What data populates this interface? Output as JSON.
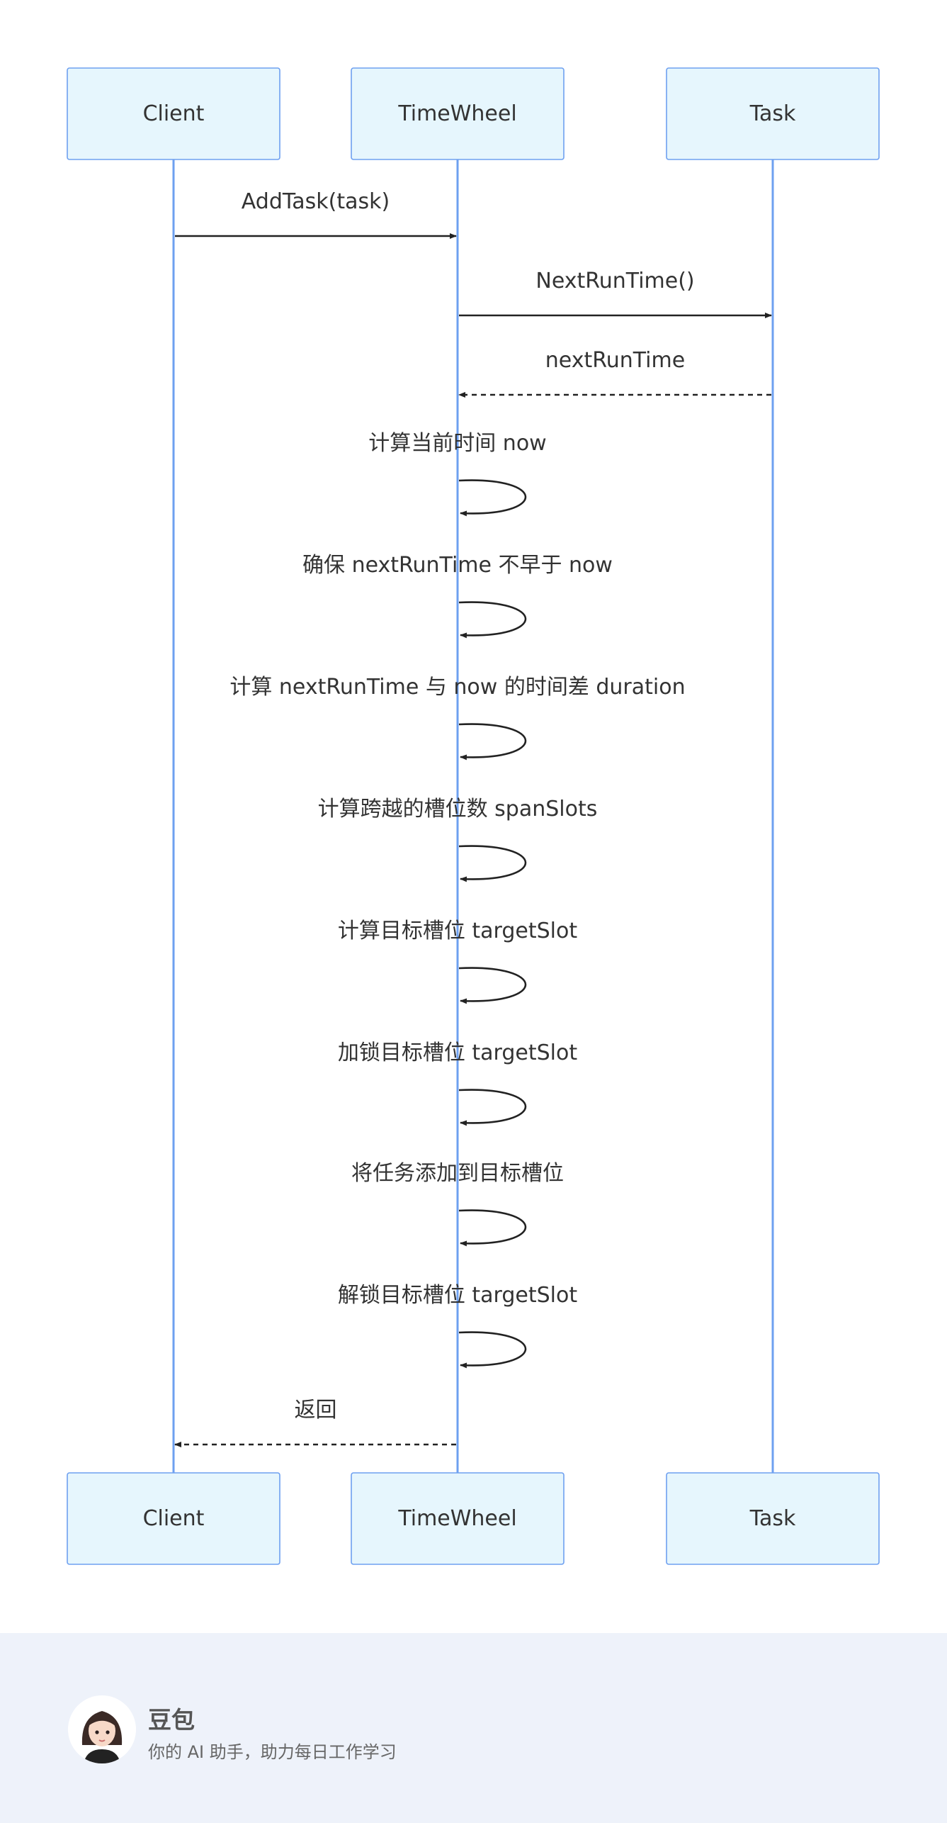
{
  "participants": [
    {
      "id": "client",
      "label": "Client"
    },
    {
      "id": "timewheel",
      "label": "TimeWheel"
    },
    {
      "id": "task",
      "label": "Task"
    }
  ],
  "messages": [
    {
      "from": "client",
      "to": "timewheel",
      "label": "AddTask(task)",
      "style": "solid"
    },
    {
      "from": "timewheel",
      "to": "task",
      "label": "NextRunTime()",
      "style": "solid"
    },
    {
      "from": "task",
      "to": "timewheel",
      "label": "nextRunTime",
      "style": "dashed"
    },
    {
      "from": "timewheel",
      "to": "timewheel",
      "label": "计算当前时间 now",
      "style": "solid"
    },
    {
      "from": "timewheel",
      "to": "timewheel",
      "label": "确保 nextRunTime 不早于 now",
      "style": "solid"
    },
    {
      "from": "timewheel",
      "to": "timewheel",
      "label": "计算 nextRunTime 与 now 的时间差 duration",
      "style": "solid"
    },
    {
      "from": "timewheel",
      "to": "timewheel",
      "label": "计算跨越的槽位数 spanSlots",
      "style": "solid"
    },
    {
      "from": "timewheel",
      "to": "timewheel",
      "label": "计算目标槽位 targetSlot",
      "style": "solid"
    },
    {
      "from": "timewheel",
      "to": "timewheel",
      "label": "加锁目标槽位 targetSlot",
      "style": "solid"
    },
    {
      "from": "timewheel",
      "to": "timewheel",
      "label": "将任务添加到目标槽位",
      "style": "solid"
    },
    {
      "from": "timewheel",
      "to": "timewheel",
      "label": "解锁目标槽位 targetSlot",
      "style": "solid"
    },
    {
      "from": "timewheel",
      "to": "client",
      "label": "返回",
      "style": "dashed"
    }
  ],
  "footer": {
    "brand_name": "豆包",
    "tagline": "你的 AI 助手，助力每日工作学习"
  }
}
